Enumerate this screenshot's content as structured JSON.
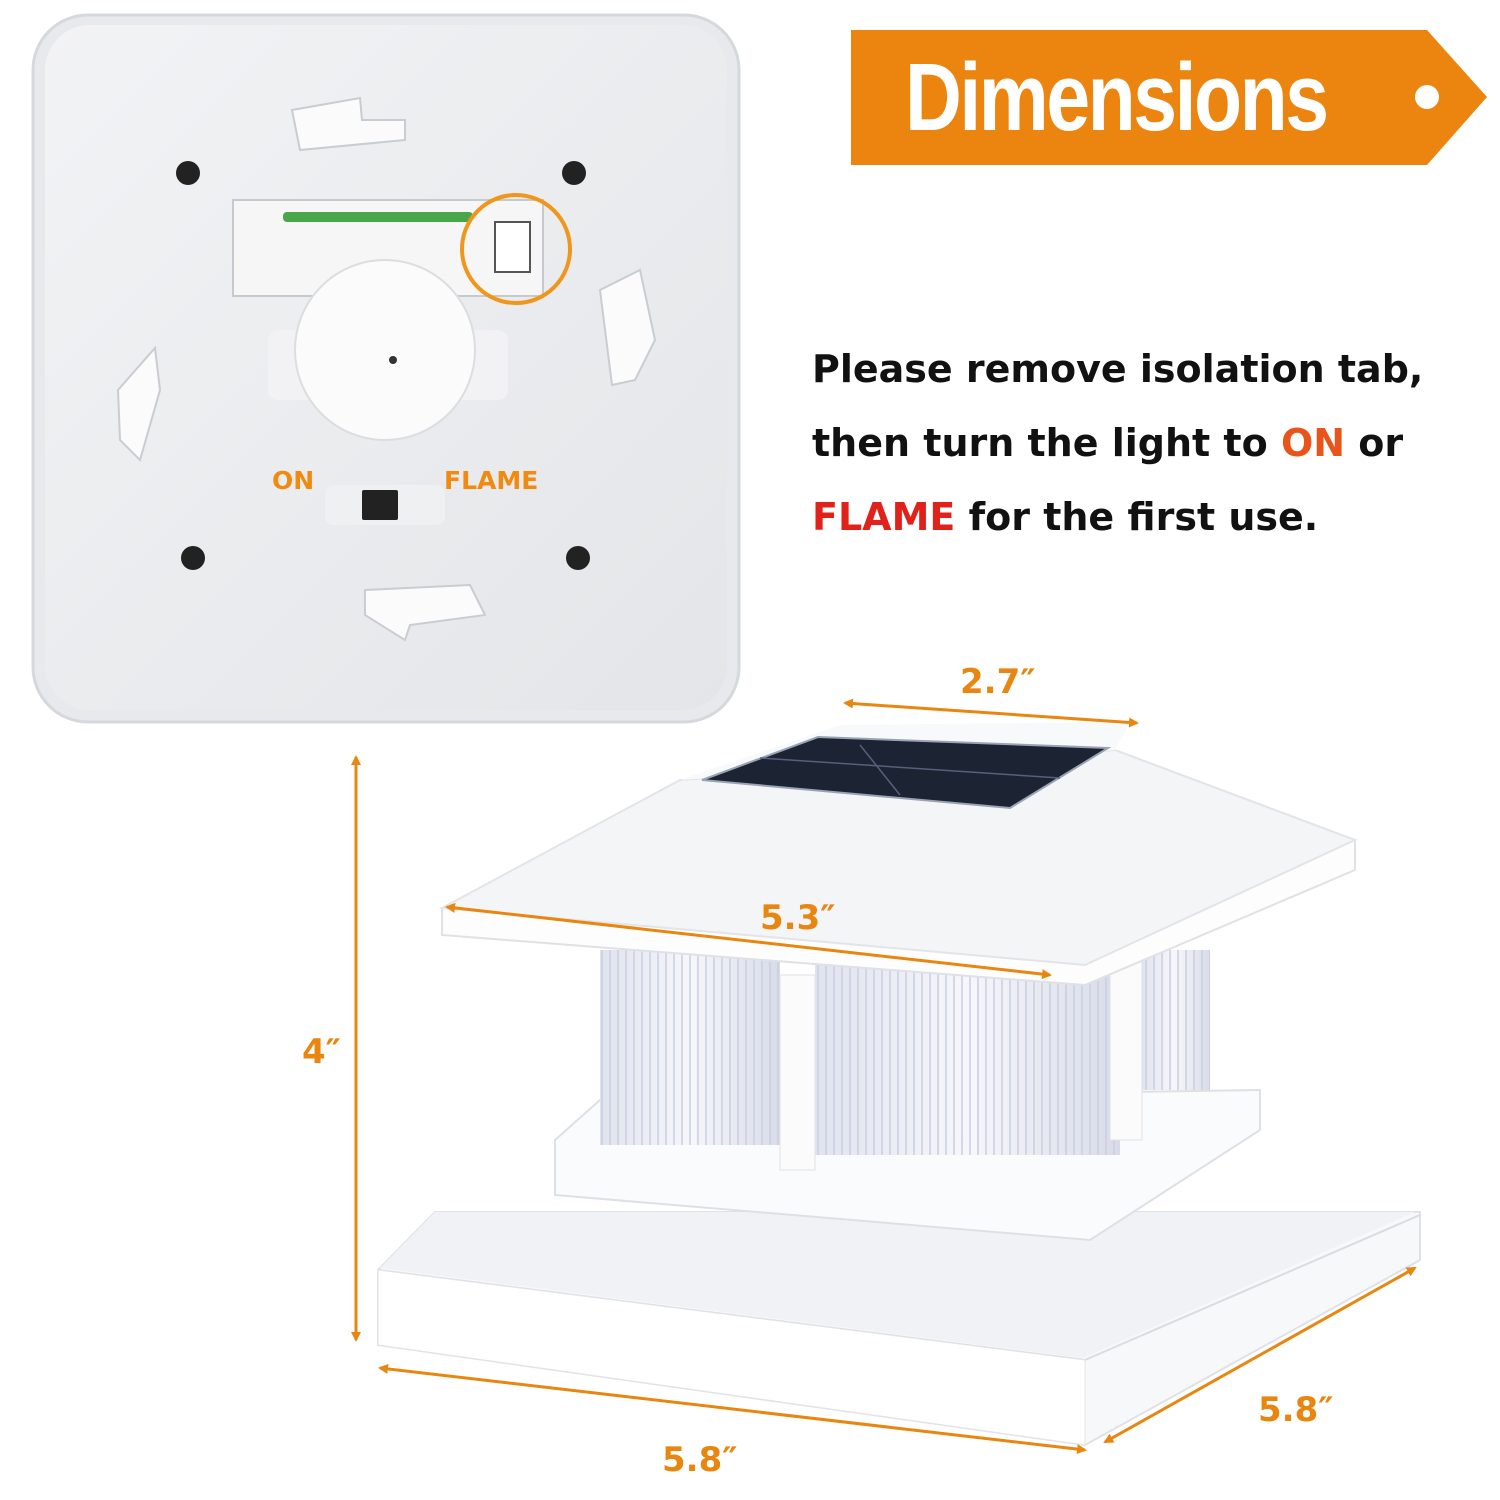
{
  "banner": {
    "title": "Dimensions",
    "color": "#ec8510"
  },
  "back_panel": {
    "switch_labels": {
      "on": "ON",
      "flame": "FLAME"
    }
  },
  "instructions": {
    "line1": "Please remove isolation tab,",
    "line2_prefix": "then turn the light to ",
    "line2_on": "ON",
    "line2_suffix": " or",
    "line3_flame": "FLAME",
    "line3_suffix": " for the first use.",
    "on_color": "#e8541a",
    "flame_color": "#e0221b"
  },
  "dimensions": {
    "solar_panel_width": "2.7″",
    "cap_width": "5.3″",
    "height": "4″",
    "base_front": "5.8″",
    "base_side": "5.8″",
    "color": "#e8860f"
  }
}
